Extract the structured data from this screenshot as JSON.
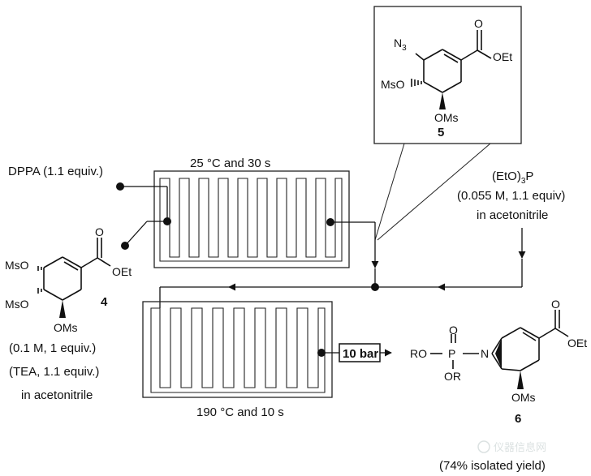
{
  "reagent_1": "DPPA (1.1 equiv.)",
  "reactor_1_conditions": "25 °C and 30 s",
  "reagent_2": {
    "formula_main": "(EtO)",
    "formula_sub": "3",
    "formula_tail": "P",
    "conc": "(0.055 M, 1.1 equiv)",
    "solvent": "in acetonitrile"
  },
  "substrate": {
    "number": "4",
    "conc": "(0.1 M, 1 equiv.)",
    "base": "(TEA, 1.1 equiv.)",
    "solvent": "in acetonitrile",
    "atoms": {
      "mso_top": "MsO",
      "mso_mid": "MsO",
      "oms": "OMs",
      "o_carbonyl": "O",
      "oet": "OEt"
    }
  },
  "intermediate": {
    "number": "5",
    "atoms": {
      "n3_main": "N",
      "n3_sub": "3",
      "mso": "MsO",
      "oms": "OMs",
      "o_carbonyl": "O",
      "oet": "OEt"
    }
  },
  "reactor_2_conditions": "190 °C and 10 s",
  "back_pressure": "10 bar",
  "product": {
    "number": "6",
    "yield": "(74% isolated yield)",
    "atoms": {
      "ro": "RO",
      "p": "P",
      "o_top": "O",
      "n": "N",
      "or": "OR",
      "oms": "OMs",
      "o_carbonyl": "O",
      "oet": "OEt"
    }
  },
  "watermark": "仪器信息网"
}
